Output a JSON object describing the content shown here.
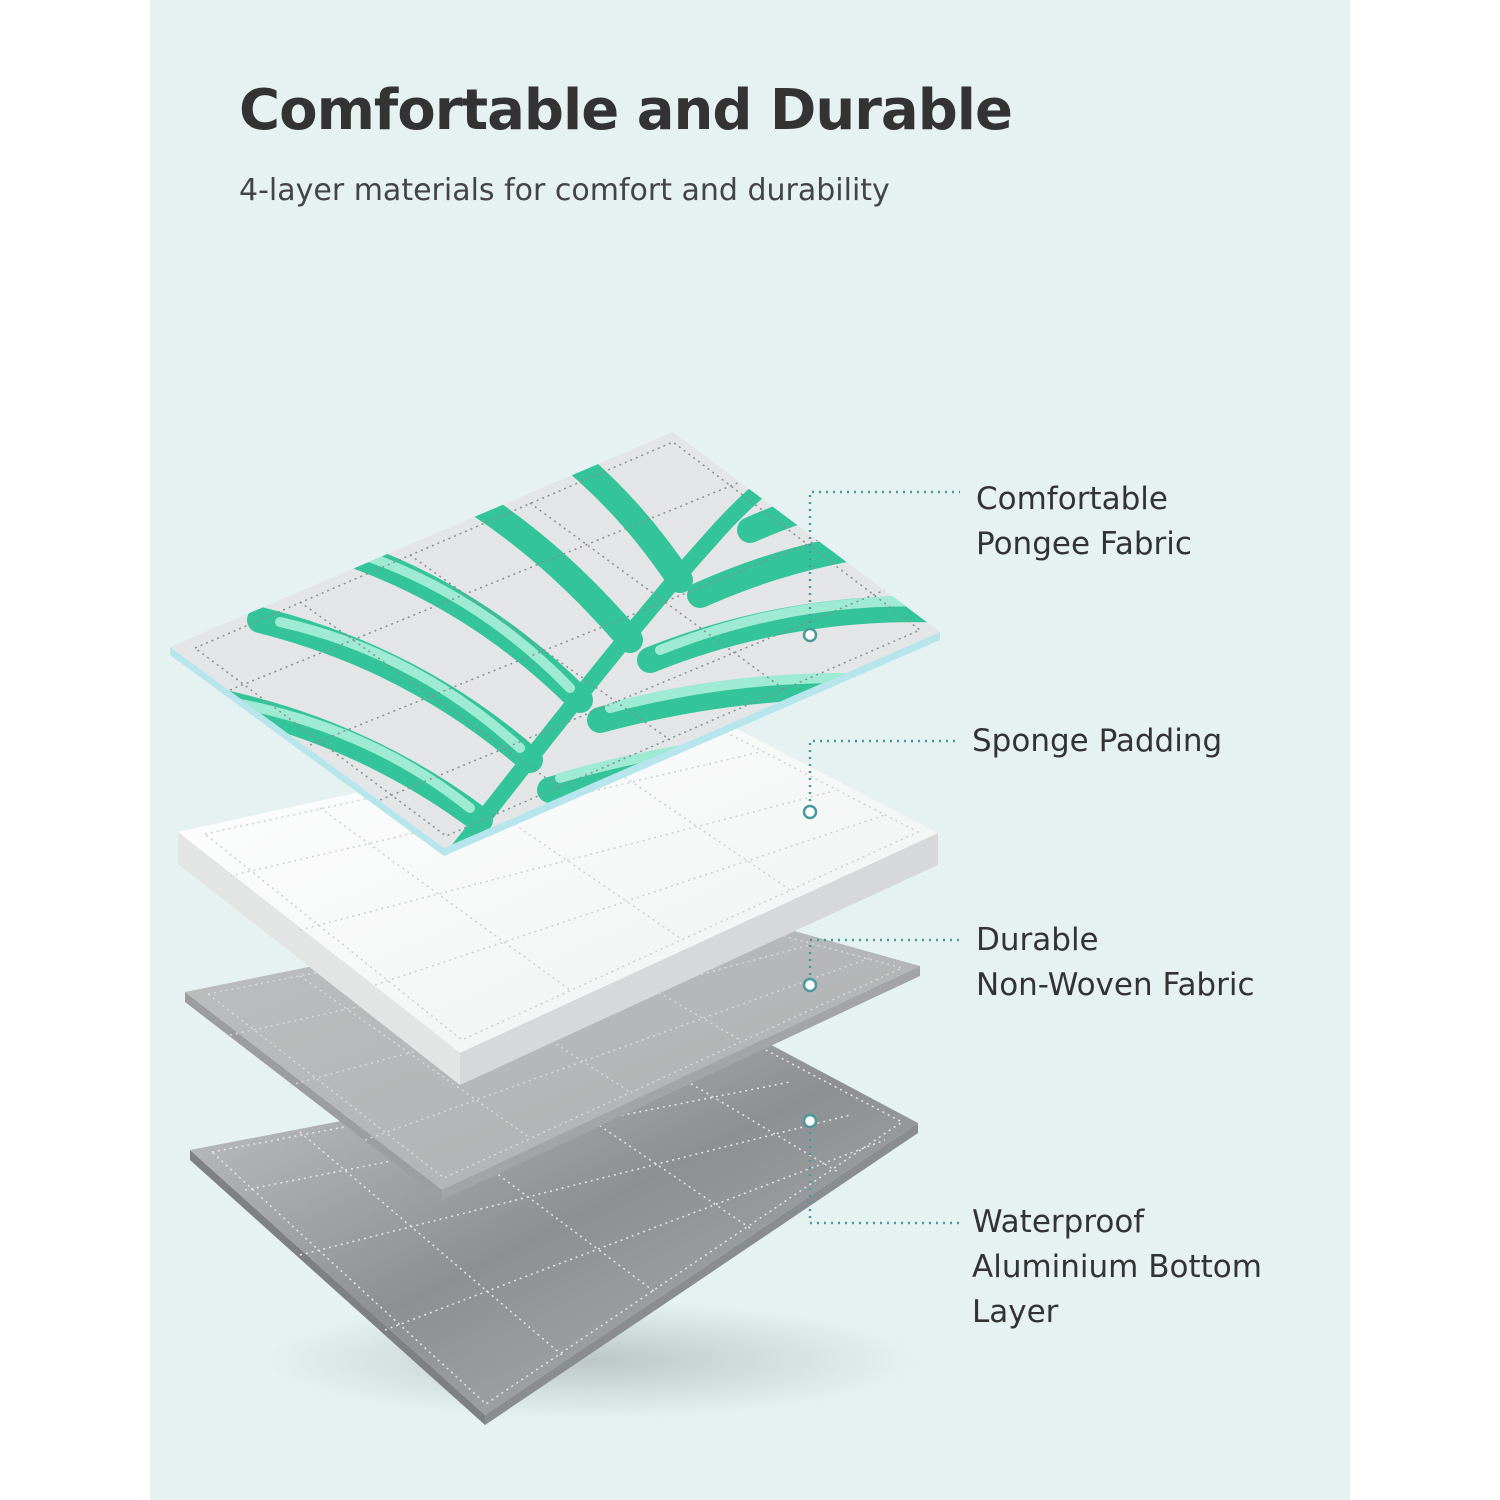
{
  "title": "Comfortable and Durable",
  "subtitle": "4-layer materials for comfort and durability",
  "layers": [
    {
      "id": "pongee",
      "lines": [
        "Comfortable",
        "Pongee Fabric"
      ]
    },
    {
      "id": "sponge",
      "lines": [
        "Sponge Padding"
      ]
    },
    {
      "id": "nonwoven",
      "lines": [
        "Durable",
        "Non-Woven Fabric"
      ]
    },
    {
      "id": "aluminium",
      "lines": [
        "Waterproof",
        "Aluminium Bottom",
        "Layer"
      ]
    }
  ],
  "colors": {
    "background": "#e6f2f2",
    "outer_background": "#ffffff",
    "title_text": "#333333",
    "subtitle_text": "#444444",
    "accent_teal": "#4a9a9c",
    "leaf_green": "#34c49a",
    "leaf_light": "#9eead2",
    "pongee_base": "#e3e5e6",
    "sponge_white": "#f7f8f8",
    "nonwoven_grey": "#b8b9ba",
    "aluminium_grey": "#9b9d9f"
  }
}
